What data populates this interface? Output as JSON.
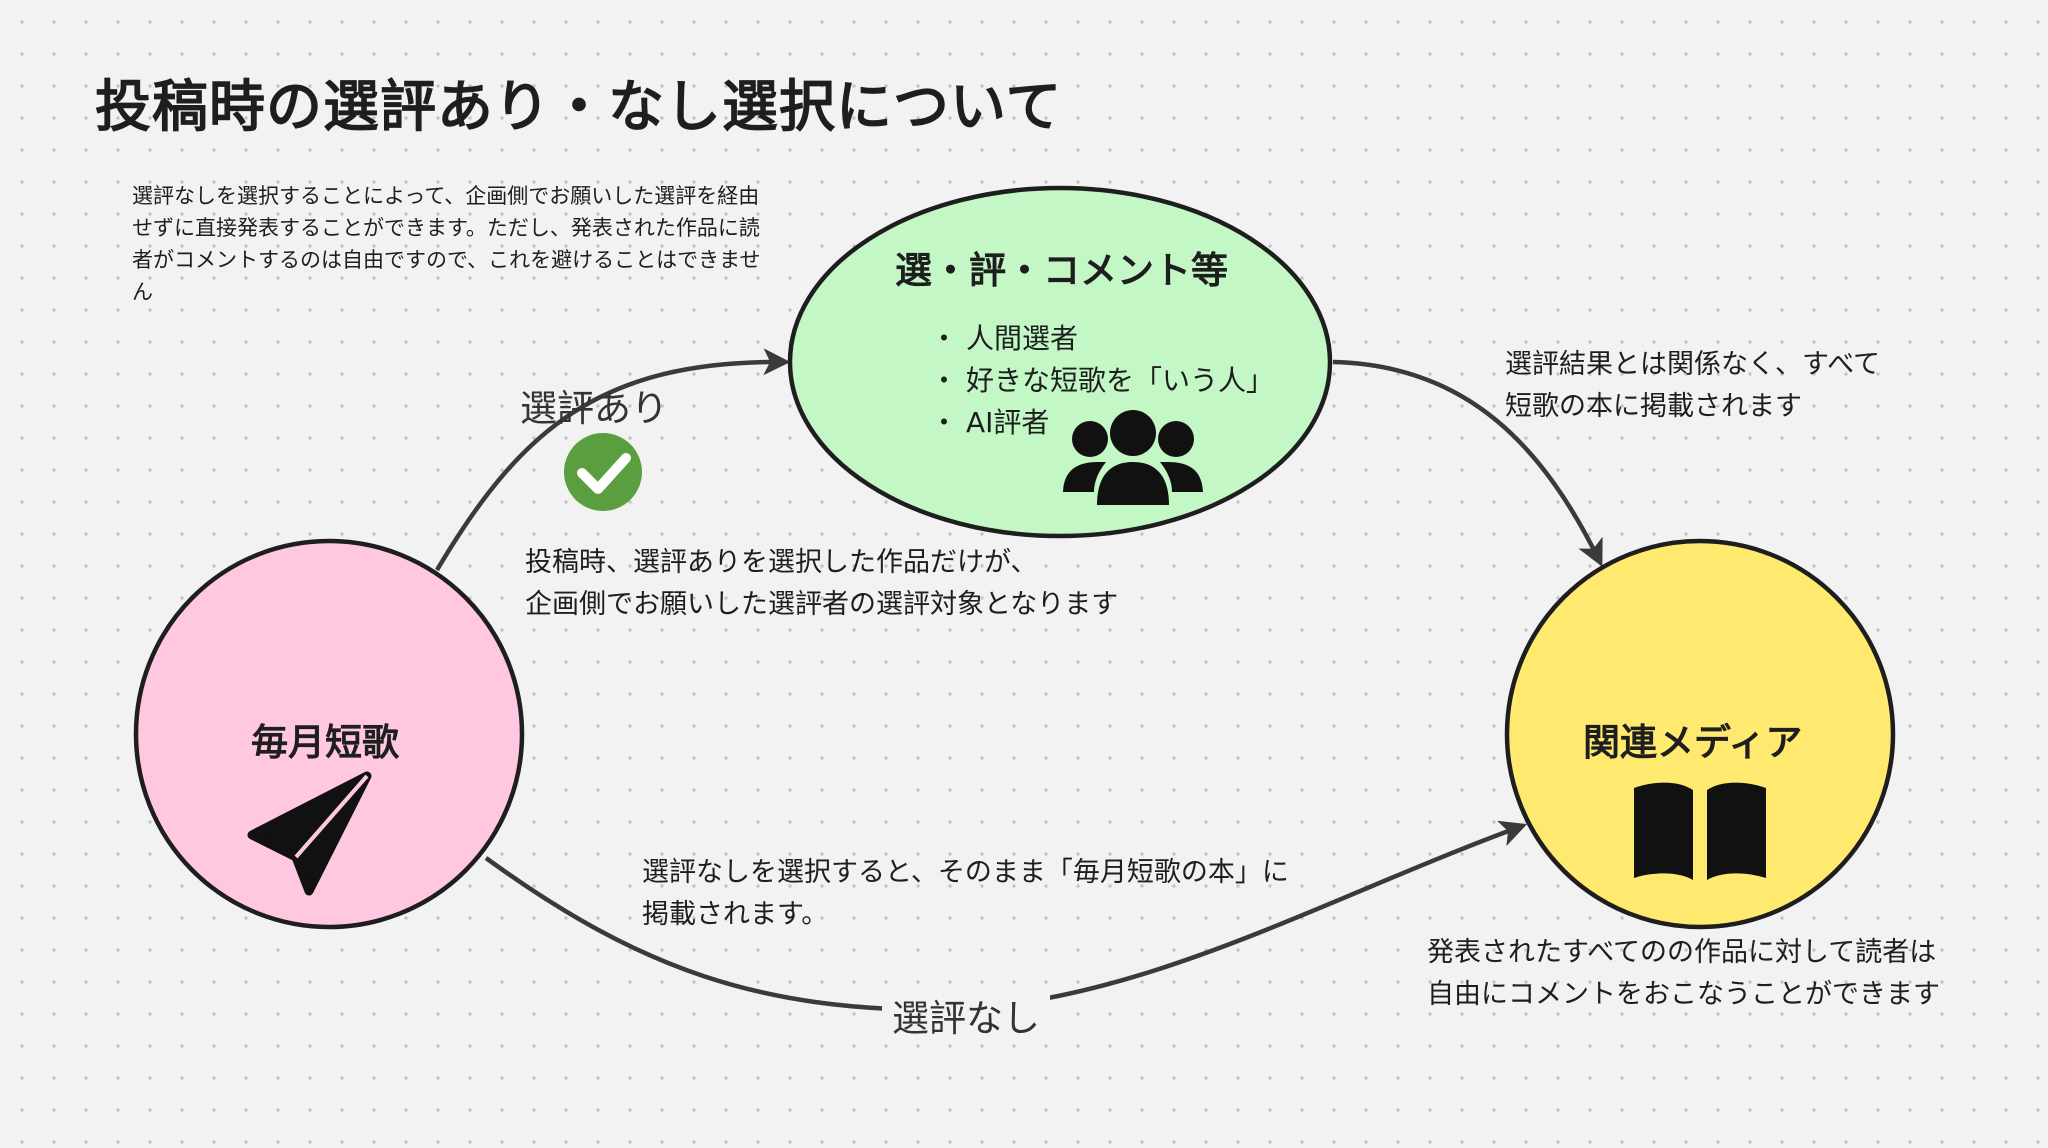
{
  "title": "投稿時の選評あり・なし選択について",
  "note_top_left": "選評なしを選択することによって、企画側でお願いした選評を経由せずに直接発表することができます。ただし、発表された作品に読者がコメントするのは自由ですので、これを避けることはできません",
  "nodes": {
    "source": {
      "label": "毎月短歌",
      "color": "#ffc8e0",
      "icon": "paper-plane-icon"
    },
    "review": {
      "label": "選・評・コメント等",
      "color": "#c4f7c6",
      "icon": "group-icon",
      "items": [
        "人間選者",
        "好きな短歌を「いう人」",
        "AI評者"
      ]
    },
    "media": {
      "label": "関連メディア",
      "color": "#ffe96e",
      "icon": "open-book-icon"
    }
  },
  "edges": {
    "with_review": {
      "label": "選評あり",
      "icon": "check-circle-icon",
      "icon_color": "#5a9e3f"
    },
    "without_review": {
      "label": "選評なし"
    }
  },
  "notes": {
    "with_review_line1": "投稿時、選評ありを選択した作品だけが、",
    "with_review_line2": "企画側でお願いした選評者の選評対象となります",
    "review_to_media_line1": "選評結果とは関係なく、すべて",
    "review_to_media_line2": "短歌の本に掲載されます",
    "without_review_line1": "選評なしを選択すると、そのまま「毎月短歌の本」に",
    "without_review_line2": "掲載されます。",
    "media_line1": "発表されたすべてのの作品に対して読者は",
    "media_line2": "自由にコメントをおこなうことができます"
  },
  "colors": {
    "stroke": "#1e1e1e",
    "arrow": "#3a3a3a"
  }
}
